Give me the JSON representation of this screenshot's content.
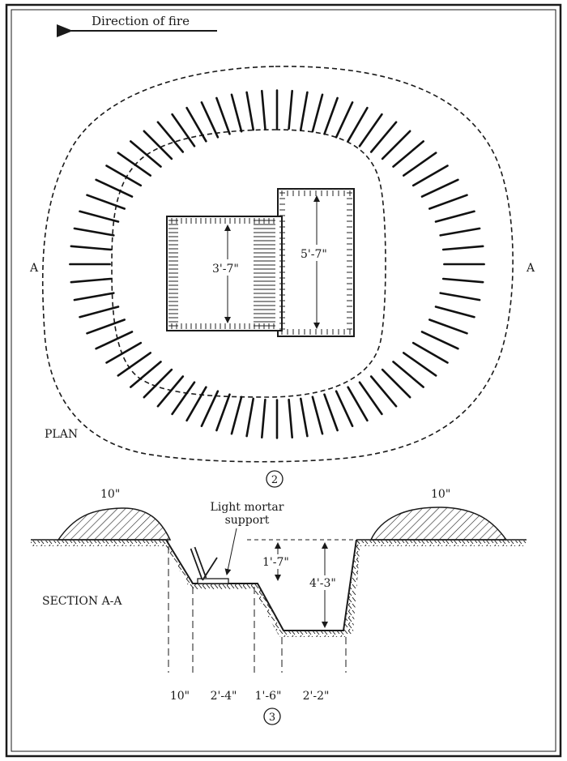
{
  "direction_label": "Direction of fire",
  "plan": {
    "label": "PLAN",
    "section_marker_left": "A",
    "section_marker_right": "A",
    "dim_small_pit": "3'-7\"",
    "dim_large_pit": "5'-7\"",
    "figure_number": "2"
  },
  "section": {
    "label": "SECTION A-A",
    "parapet_left": "10\"",
    "parapet_right": "10\"",
    "mortar_support_line1": "Light mortar",
    "mortar_support_line2": "support",
    "dim_step_depth": "1'-7\"",
    "dim_pit_depth": "4'-3\"",
    "widths": [
      "10\"",
      "2'-4\"",
      "1'-6\"",
      "2'-2\""
    ],
    "figure_number": "3"
  }
}
